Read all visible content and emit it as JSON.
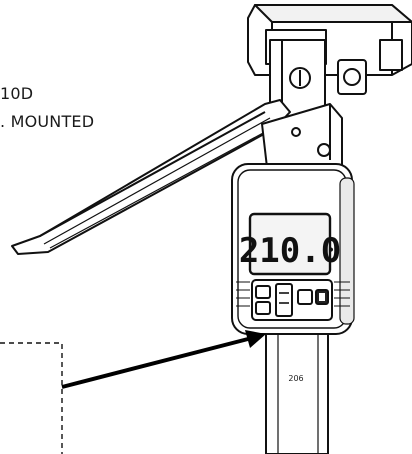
{
  "labels": {
    "model_fragment": "10D",
    "mount_fragment": ". MOUNTED"
  },
  "device": {
    "display_reading": "210.0",
    "scale_mark": "206"
  },
  "colors": {
    "ink": "#111111",
    "body_fill": "#ffffff",
    "lcd_fill": "#f4f4f4",
    "shade": "#d9d9d9"
  },
  "icons": [
    "leader-arrow-icon",
    "fixing-hole-icon",
    "button-icon"
  ]
}
